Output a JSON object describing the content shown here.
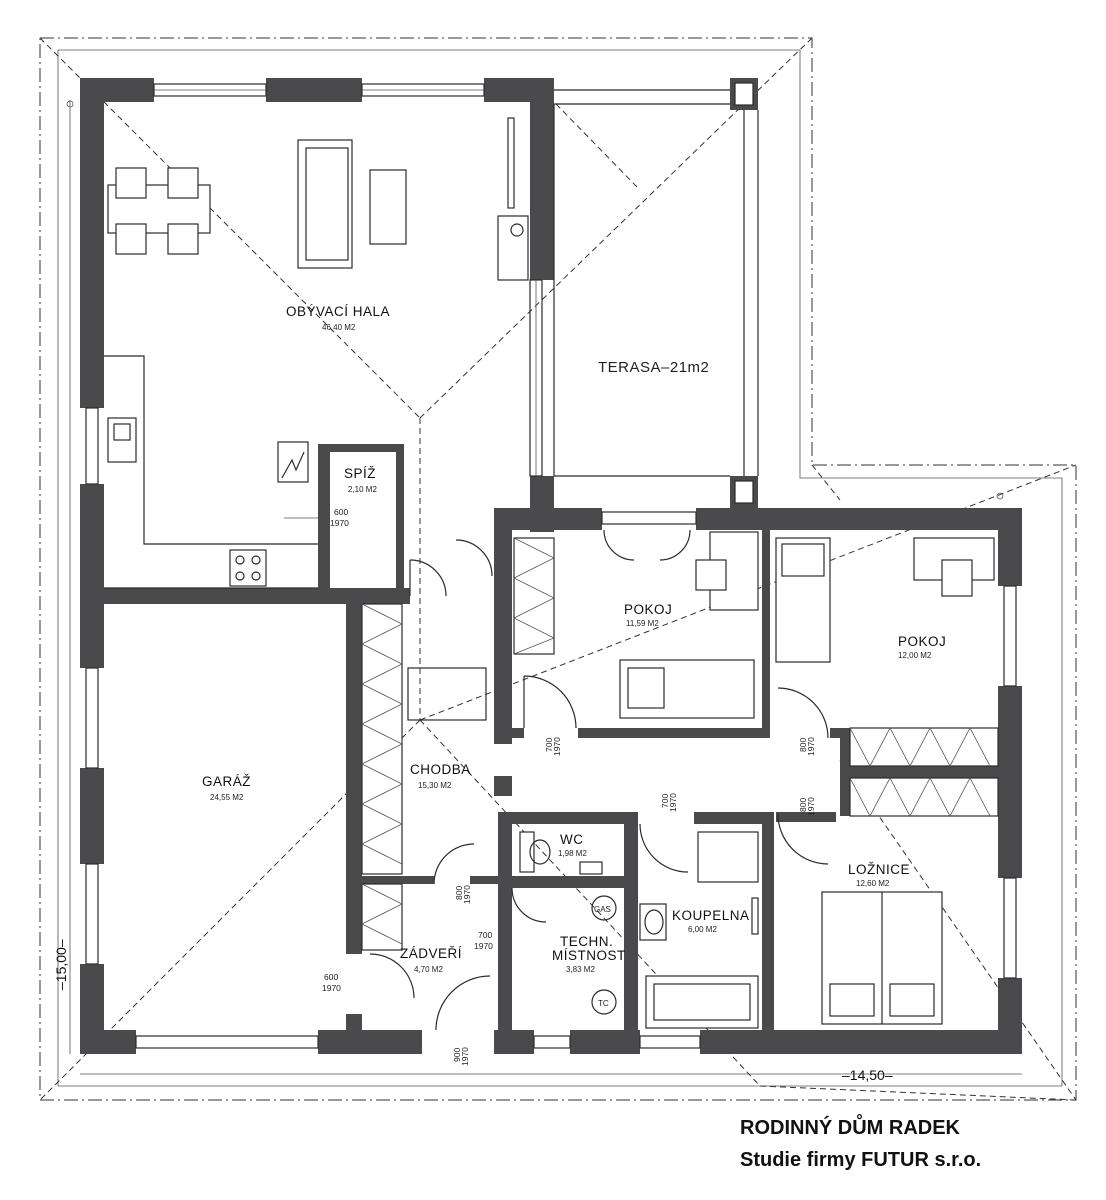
{
  "rooms": {
    "hala": {
      "name": "OBÝVACÍ HALA",
      "area": "46,40 M2"
    },
    "spiz": {
      "name": "SPÍŽ",
      "area": "2,10 M2"
    },
    "terasa": {
      "name": "TERASA–21m2"
    },
    "pokoj1": {
      "name": "POKOJ",
      "area": "11,59 M2"
    },
    "pokoj2": {
      "name": "POKOJ",
      "area": "12,00 M2"
    },
    "garaz": {
      "name": "GARÁŽ",
      "area": "24,55 M2"
    },
    "chodba": {
      "name": "CHODBA",
      "area": "15,30 M2"
    },
    "wc": {
      "name": "WC",
      "area": "1,98 M2"
    },
    "koupelna": {
      "name": "KOUPELNA",
      "area": "6,00 M2"
    },
    "loznice": {
      "name": "LOŽNICE",
      "area": "12,60 M2"
    },
    "tech": {
      "name1": "TECHN.",
      "name2": "MÍSTNOST",
      "area": "3,83 M2"
    },
    "zadveri": {
      "name": "ZÁDVEŘÍ",
      "area": "4,70 M2"
    }
  },
  "doors": {
    "spiz": {
      "w": "600",
      "h": "1970"
    },
    "pokoj1": {
      "w": "700",
      "h": "1970"
    },
    "pokoj2": {
      "w": "800",
      "h": "1970"
    },
    "loznice": {
      "w": "800",
      "h": "1970"
    },
    "koupelna": {
      "w": "700",
      "h": "1970"
    },
    "chodba": {
      "w": "800",
      "h": "1970"
    },
    "tech": {
      "w": "700",
      "h": "1970"
    },
    "garaz": {
      "w": "600",
      "h": "1970"
    },
    "vstup": {
      "w": "900",
      "h": "1970"
    }
  },
  "dimensions": {
    "height": "–15,00–",
    "width": "–14,50–"
  },
  "fixtures": {
    "gas": "GAS",
    "tc": "TC"
  },
  "title": {
    "main": "RODINNÝ DŮM RADEK",
    "sub": "Studie firmy FUTUR s.r.o."
  },
  "colors": {
    "wall": "#4a4a4c",
    "line": "#2b2b2b"
  }
}
